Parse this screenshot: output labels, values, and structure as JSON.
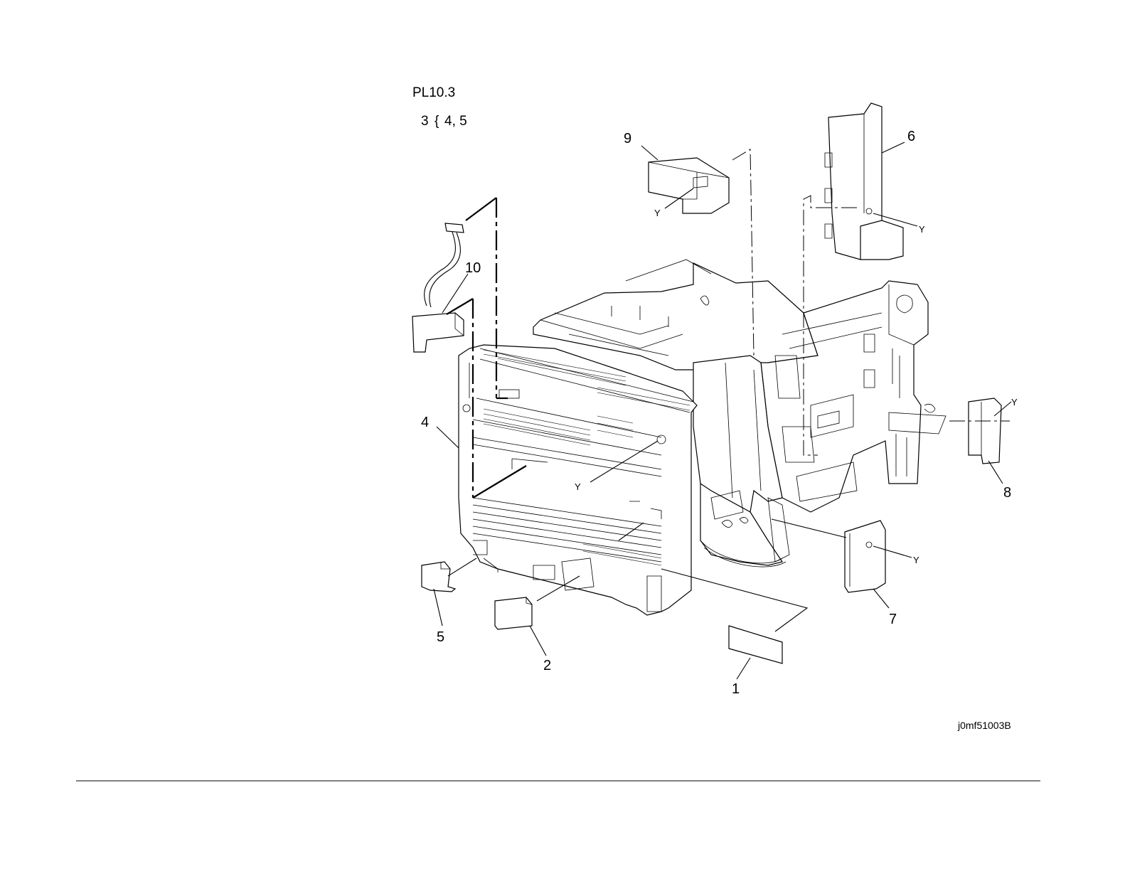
{
  "header": {
    "plate_ref": "PL10.3",
    "note_num": "3",
    "note_brace": "{",
    "note_items": "4, 5"
  },
  "callouts": {
    "c1": "1",
    "c2": "2",
    "c4": "4",
    "c5": "5",
    "c6": "6",
    "c7": "7",
    "c8": "8",
    "c9": "9",
    "c10": "10"
  },
  "screw_label": "Y",
  "image_id": "j0mf51003B",
  "colors": {
    "line": "#000000",
    "background": "#ffffff"
  }
}
